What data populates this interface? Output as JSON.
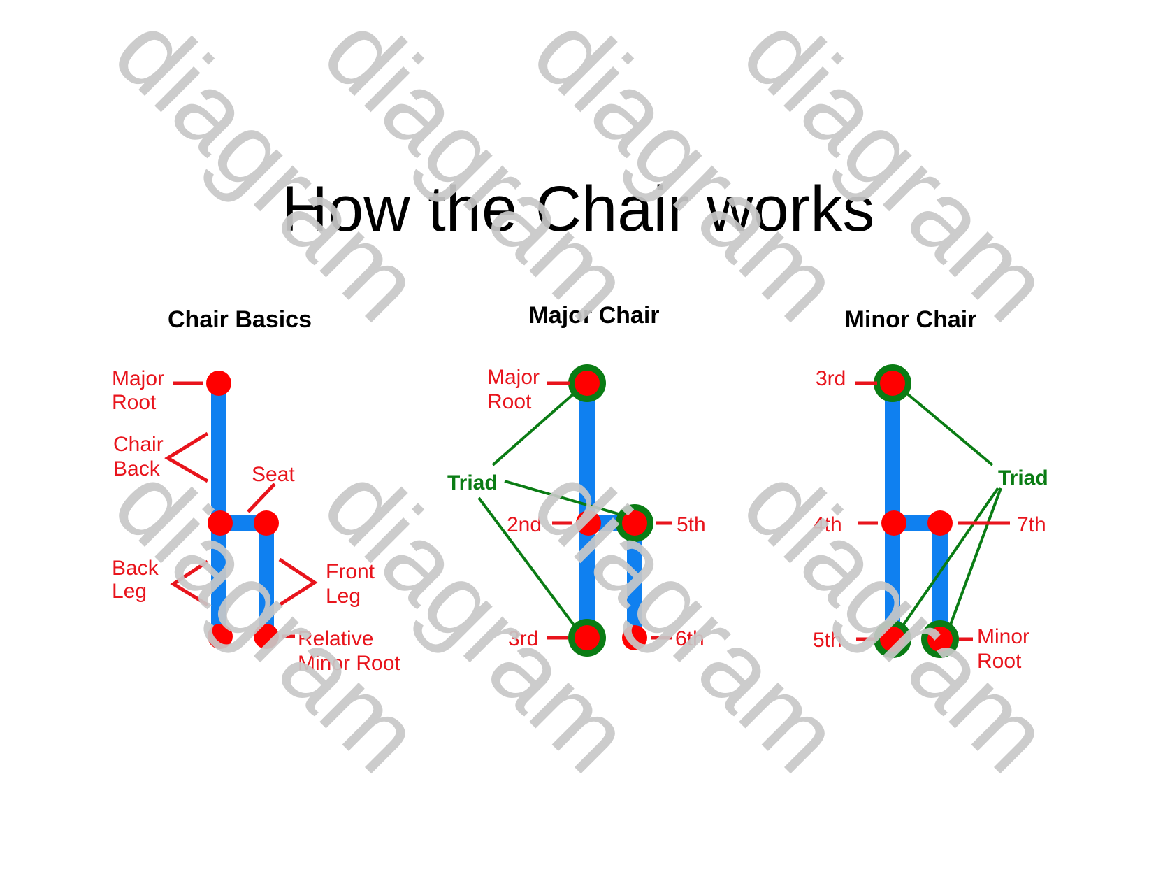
{
  "title": "How the Chair works",
  "colors": {
    "chair": "#0f80f0",
    "note": "#ff0000",
    "label": "#e8141c",
    "triad": "#0a7c14",
    "watermark": "#c8c8c8"
  },
  "panels": {
    "basics": {
      "heading": "Chair Basics",
      "labels": {
        "major_root_1": "Major",
        "major_root_2": "Root",
        "chair_back_1": "Chair",
        "chair_back_2": "Back",
        "seat": "Seat",
        "back_leg_1": "Back",
        "back_leg_2": "Leg",
        "front_leg_1": "Front",
        "front_leg_2": "Leg",
        "relative_minor_1": "Relative",
        "relative_minor_2": "Minor Root"
      }
    },
    "major": {
      "heading": "Major Chair",
      "labels": {
        "major_root_1": "Major",
        "major_root_2": "Root",
        "triad": "Triad",
        "second": "2nd",
        "fifth": "5th",
        "third": "3rd",
        "sixth": "6th"
      }
    },
    "minor": {
      "heading": "Minor Chair",
      "labels": {
        "third": "3rd",
        "triad": "Triad",
        "fourth": "4th",
        "seventh": "7th",
        "fifth": "5th",
        "minor_root_1": "Minor",
        "minor_root_2": "Root"
      }
    }
  },
  "watermark": "diagram"
}
